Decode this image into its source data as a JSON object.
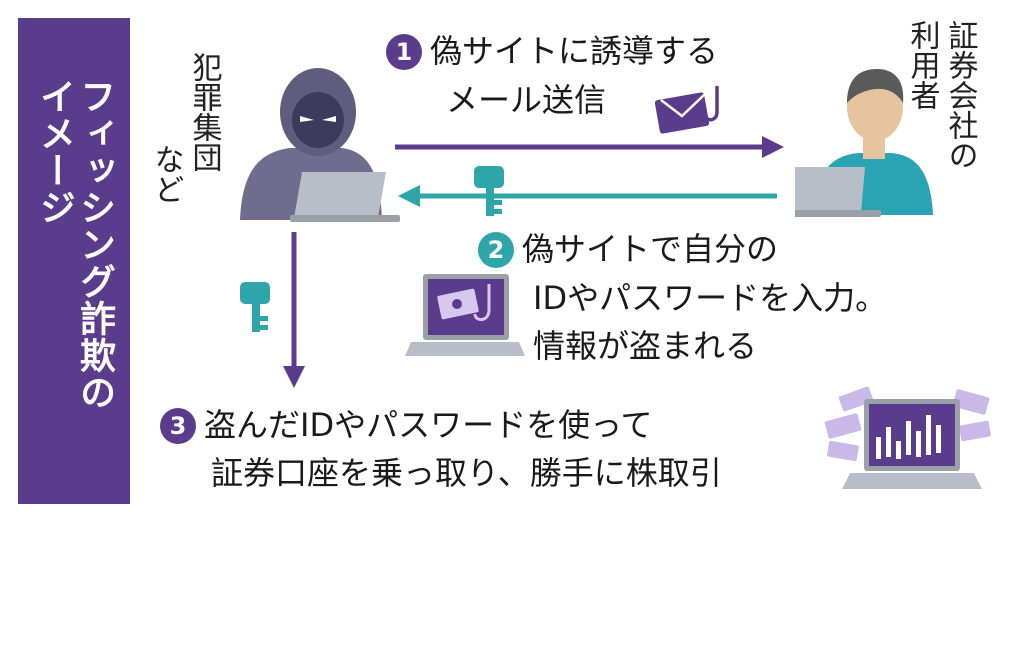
{
  "banner": {
    "line1": "フィッシング詐欺の",
    "line2": "イメージ"
  },
  "actors": {
    "criminal": {
      "col1": "犯罪集団",
      "col2": "など"
    },
    "user": {
      "col1": "証券会社の",
      "col2": "利用者"
    }
  },
  "steps": [
    {
      "number": "1",
      "lines": [
        "偽サイトに誘導する",
        "メール送信"
      ]
    },
    {
      "number": "2",
      "lines": [
        "偽サイトで自分の",
        "IDやパスワードを入力。",
        "情報が盗まれる"
      ]
    },
    {
      "number": "3",
      "lines": [
        "盗んだIDやパスワードを使って",
        "証券口座を乗っ取り、勝手に株取引"
      ]
    }
  ],
  "colors": {
    "purple": "#5b3b8c",
    "teal": "#2ea5a8",
    "criminal_figure": "#6f6c8e",
    "user_shirt": "#2aa3b5",
    "laptop": "#b8bec7",
    "screen": "#5b3b8c"
  },
  "icons": [
    "hooded-criminal-icon",
    "user-person-icon",
    "laptop-icon",
    "phishing-mail-hook-icon",
    "key-icon",
    "money-bill-icon",
    "stock-chart-laptop-icon"
  ]
}
